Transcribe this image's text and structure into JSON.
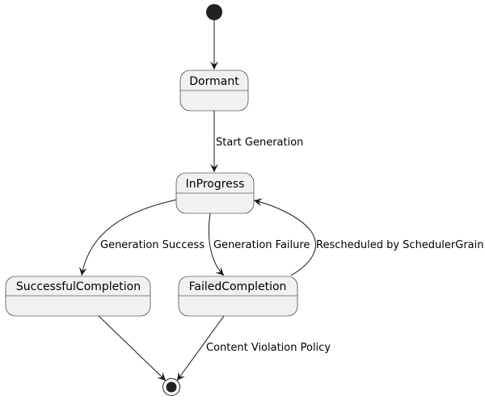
{
  "diagram": {
    "type": "state-machine",
    "states": {
      "dormant": "Dormant",
      "in_progress": "InProgress",
      "successful_completion": "SuccessfulCompletion",
      "failed_completion": "FailedCompletion"
    },
    "transitions": {
      "start_generation": "Start Generation",
      "generation_success": "Generation Success",
      "generation_failure": "Generation Failure",
      "rescheduled": "Rescheduled by SchedulerGrain",
      "content_violation": "Content Violation Policy"
    },
    "colors": {
      "state_fill": "#f1f1f1",
      "border": "#181818",
      "marker": "#222222"
    }
  }
}
